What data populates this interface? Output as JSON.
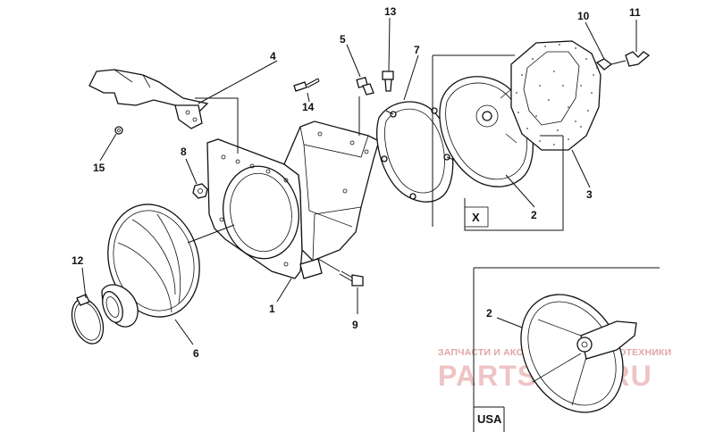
{
  "diagram": {
    "callouts": [
      "1",
      "2",
      "3",
      "4",
      "5",
      "6",
      "7",
      "8",
      "9",
      "10",
      "11",
      "12",
      "13",
      "14",
      "15"
    ],
    "box_labels": {
      "x": "X",
      "usa": "USA",
      "usa_callout": "2"
    },
    "watermark": {
      "line1": "ЗАПЧАСТИ И АКСЕССУАРЫ ДЛЯ МОТОТЕХНИКИ",
      "logo": "PARTSFOR.RU"
    }
  }
}
